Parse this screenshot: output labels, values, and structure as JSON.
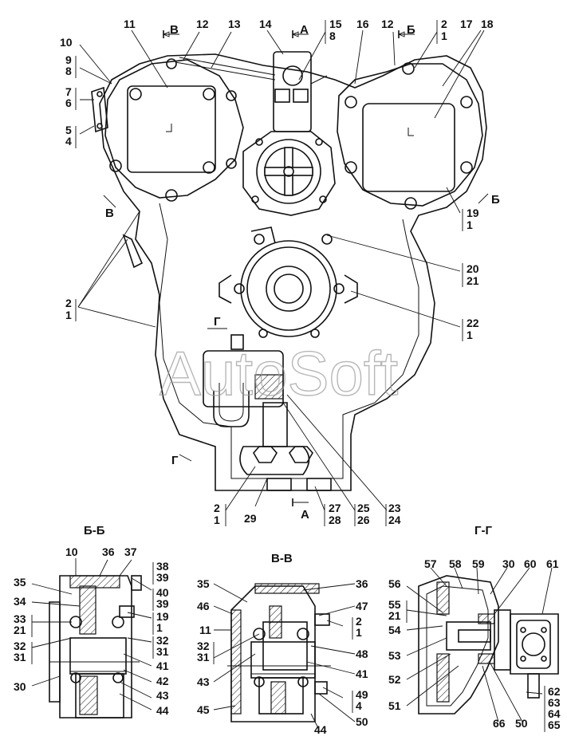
{
  "watermark": "AutoSoft",
  "section_titles": {
    "bb": "Б-Б",
    "vv": "В-В",
    "gg": "Г-Г"
  },
  "view_markers": [
    "В",
    "А",
    "Б",
    "В",
    "Б",
    "Г",
    "Г",
    "А"
  ],
  "callouts_main": [
    "11",
    "12",
    "13",
    "14",
    "15",
    "8",
    "16",
    "12",
    "2",
    "1",
    "17",
    "18",
    "10",
    "9",
    "8",
    "7",
    "6",
    "5",
    "4",
    "19",
    "1",
    "20",
    "21",
    "2",
    "1",
    "22",
    "1",
    "2",
    "1",
    "29",
    "27",
    "28",
    "25",
    "26",
    "23",
    "24"
  ],
  "callouts_bb": [
    "10",
    "36",
    "37",
    "38",
    "39",
    "35",
    "40",
    "39",
    "34",
    "33",
    "21",
    "19",
    "1",
    "32",
    "31",
    "32",
    "31",
    "41",
    "42",
    "30",
    "43",
    "44"
  ],
  "callouts_vv": [
    "35",
    "36",
    "46",
    "47",
    "11",
    "2",
    "1",
    "32",
    "31",
    "48",
    "41",
    "43",
    "49",
    "4",
    "45",
    "50",
    "44"
  ],
  "callouts_gg": [
    "57",
    "58",
    "59",
    "30",
    "60",
    "61",
    "56",
    "55",
    "21",
    "54",
    "53",
    "52",
    "51",
    "66",
    "50",
    "62",
    "63",
    "64",
    "65"
  ],
  "colors": {
    "line": "#111111",
    "watermark": "#999999",
    "background": "#ffffff"
  }
}
